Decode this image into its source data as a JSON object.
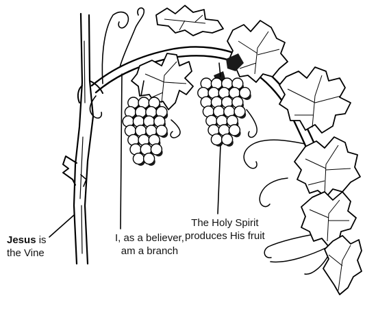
{
  "labels": {
    "vine": {
      "bold": "Jesus",
      "rest": " is",
      "line2": "the Vine"
    },
    "branch": {
      "line1": "I, as a believer,",
      "line2": "am a branch"
    },
    "fruit": {
      "line1": "The Holy Spirit",
      "line2": "produces His fruit"
    }
  },
  "colors": {
    "ink": "#000000",
    "background": "#ffffff"
  }
}
